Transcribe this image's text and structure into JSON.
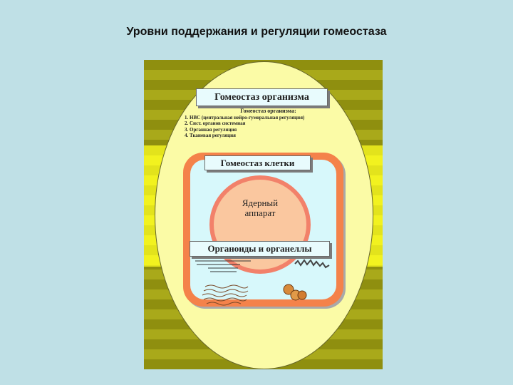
{
  "slide": {
    "title": "Уровни поддержания и регуляции гомеостаза"
  },
  "diagram": {
    "organism": {
      "title": "Гомеостаз организма",
      "list_title": "Гомеостаз организма:",
      "items": [
        "1. НВС (центральная нейро-гуморальная регуляция)",
        "2. Сист. органов системная",
        "3. Органная регуляция",
        "4. Тканевая регуляция"
      ]
    },
    "cell": {
      "title": "Гомеостаз клетки",
      "nucleus_line1": "Ядерный",
      "nucleus_line2": "аппарат"
    },
    "organoids": {
      "title": "Органоиды и органеллы"
    }
  },
  "colors": {
    "background": "#bfe0e6",
    "ellipse": "#fbfba6",
    "cell_membrane": "#f4824a",
    "cytoplasm": "#d7f8fb",
    "nucleus": "#fac79f",
    "label_box": "#e8fbfd"
  }
}
